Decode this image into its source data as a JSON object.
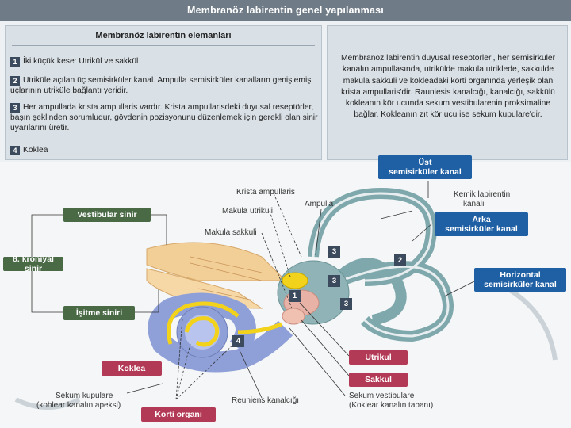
{
  "title": "Membranöz labirentin genel yapılanması",
  "left_panel": {
    "header": "Membranöz labirentin elemanları",
    "items": [
      {
        "num": "1",
        "text": "İki küçük kese: Utrikül ve sakkül"
      },
      {
        "num": "2",
        "text": "Utriküle açılan üç semisirküler kanal. Ampulla semisirküler kanalların genişlemiş uçlarının utriküle bağlantı yeridir."
      },
      {
        "num": "3",
        "text": "Her ampullada krista ampullaris vardır. Krista ampullarisdeki duyusal reseptörler, başın şeklinden sorumludur, gövdenin pozisyonunu düzenlemek için gerekli olan sinir uyarılarını üretir."
      },
      {
        "num": "4",
        "text": "Koklea"
      }
    ]
  },
  "right_panel": {
    "text": "Membranöz labirentin duyusal reseptörleri, her semisirküler kanalın ampullasında, utrikülde makula utriklede, sakkulde makula sakkuli ve kokleadaki korti organında yerleşik olan krista ampullaris'dir. Rauniesis kanalcığı, kanalcığı, sakkülü kokleanın kör ucunda sekum vestibularenin proksimaline bağlar. Kokleanın zıt kör ucu ise sekum kupulare'dir."
  },
  "diagram": {
    "labels": {
      "krista": "Krista ampullaris",
      "makula_utrikuli": "Makula utriküli",
      "makula_sakkuli": "Makula sakkuli",
      "ampulla": "Ampulla",
      "kemik_1": "Kemik labirentin",
      "kemik_2": "kanalı",
      "sekum_kupulare_1": "Sekum kupulare",
      "sekum_kupulare_2": "(kohlear kanalın apeksi)",
      "reuniens": "Reuniens kanalcığı",
      "sekum_vest_1": "Sekum vestibulare",
      "sekum_vest_2": "(Koklear kanalın tabanı)"
    },
    "boxes": {
      "vestibular": "Vestibular sinir",
      "kraniyal": "8. kroniyal sinir",
      "isitme": "İşitme siniri",
      "koklea": "Koklea",
      "korti": "Korti organı",
      "ust_1": "Üst",
      "ust_2": "semisirküler kanal",
      "arka_1": "Arka",
      "arka_2": "semisirküler kanal",
      "horiz_1": "Horizontal",
      "horiz_2": "semisirküler kanal",
      "utrikul": "Utrikul",
      "sakkul": "Sakkul"
    },
    "numbers": [
      "1",
      "2",
      "3",
      "4"
    ]
  },
  "colors": {
    "titlebar": "#6f7b86",
    "green_box": "#4a6a46",
    "blue_box": "#1f5fa3",
    "red_box": "#b33a56",
    "canal": "#7fa8ad",
    "cochlea": "#8f9fd8",
    "nerve": "#f3cf98",
    "duct_yellow": "#f2d21a"
  }
}
